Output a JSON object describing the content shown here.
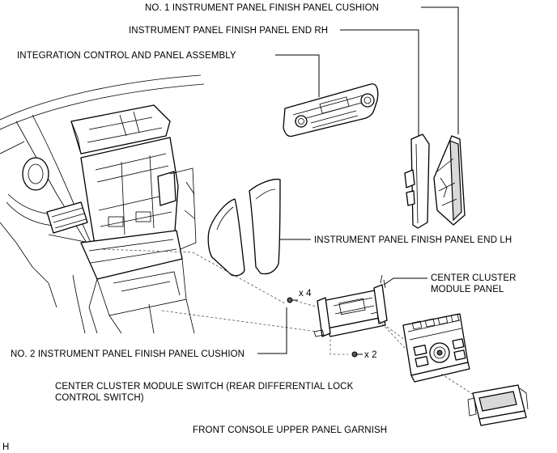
{
  "labels": {
    "no1_cushion": "NO. 1 INSTRUMENT PANEL FINISH PANEL CUSHION",
    "end_rh": "INSTRUMENT PANEL FINISH PANEL END RH",
    "integration_control": "INTEGRATION CONTROL AND PANEL ASSEMBLY",
    "end_lh": "INSTRUMENT PANEL FINISH PANEL END LH",
    "center_cluster_line1": "CENTER CLUSTER",
    "center_cluster_line2": "MODULE PANEL",
    "no2_cushion": "NO. 2 INSTRUMENT PANEL FINISH PANEL CUSHION",
    "switch_line1": "CENTER CLUSTER MODULE SWITCH (REAR DIFFERENTIAL LOCK",
    "switch_line2": "CONTROL SWITCH)",
    "garnish": "FRONT CONSOLE UPPER PANEL GARNISH",
    "screw_qty_4": "x 4",
    "screw_qty_2": "x 2",
    "corner_mark": "H"
  }
}
